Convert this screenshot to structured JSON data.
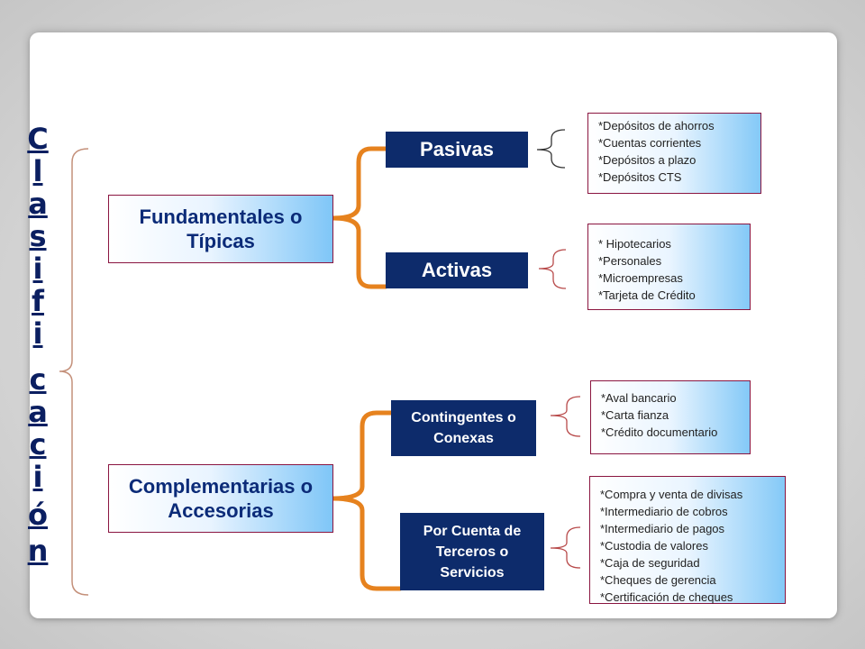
{
  "title_letters": [
    "C",
    "l",
    "a",
    "s",
    "i",
    "f",
    "i",
    "c",
    "a",
    "c",
    "i",
    "ó",
    "n"
  ],
  "categories": [
    {
      "label": "Fundamentales o Típicas"
    },
    {
      "label": "Complementarias o Accesorias"
    }
  ],
  "types": [
    {
      "label": "Pasivas"
    },
    {
      "label": "Activas"
    },
    {
      "label": "Contingentes o Conexas"
    },
    {
      "label": "Por Cuenta de Terceros o Servicios"
    }
  ],
  "lists": [
    {
      "items": [
        "*Depósitos de ahorros",
        "*Cuentas corrientes",
        "*Depósitos a plazo",
        "*Depósitos  CTS"
      ]
    },
    {
      "items": [
        "* Hipotecarios",
        "*Personales",
        "*Microempresas",
        "*Tarjeta de Crédito"
      ]
    },
    {
      "items": [
        "*Aval bancario",
        "*Carta fianza",
        "*Crédito documentario"
      ]
    },
    {
      "items": [
        "*Compra y venta de divisas",
        "*Intermediario de cobros",
        "*Intermediario de pagos",
        "*Custodia de valores",
        "*Caja de seguridad",
        "*Cheques de  gerencia",
        "*Certificación de cheques"
      ]
    }
  ],
  "colors": {
    "title": "#0b1f61",
    "type_box": "#0d2b6b",
    "orange_bracket": "#e6821e",
    "thin_bracket": "#b84a4a"
  }
}
